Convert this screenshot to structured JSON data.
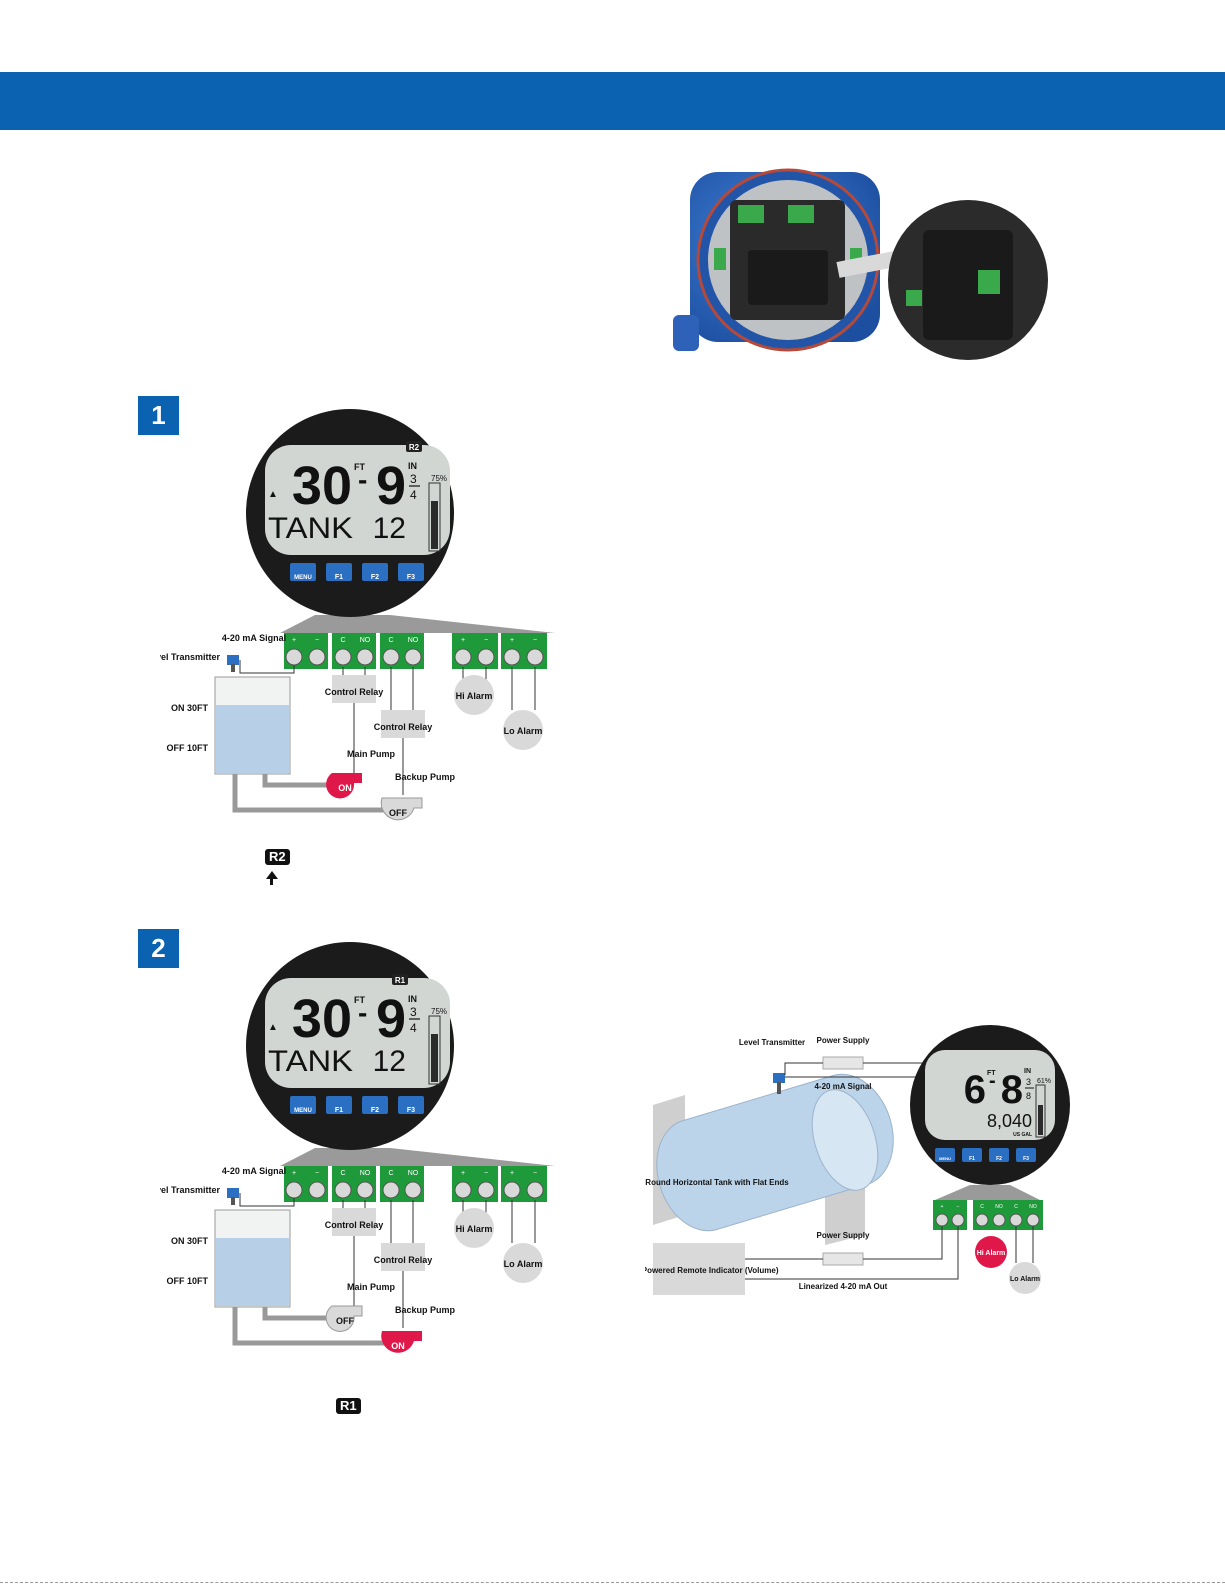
{
  "diagram1": {
    "step": "1",
    "badge": "R2",
    "main": "30",
    "main_unit": "FT",
    "sub": "9",
    "sub_unit": "IN",
    "frac_num": "3",
    "frac_den": "4",
    "bar_pct": "75%",
    "bottom": "TANK",
    "bottom_num": "12",
    "keys": [
      "MENU",
      "F1",
      "F2",
      "F3"
    ],
    "terminals": [
      [
        "+",
        "−"
      ],
      [
        "C",
        "NO"
      ],
      [
        "C",
        "NO"
      ],
      [
        "+",
        "−"
      ],
      [
        "+",
        "−"
      ]
    ],
    "signal_label": "4-20 mA Signal",
    "transmitter_label": "Level Transmitter",
    "on_label": "ON 30FT",
    "off_label": "OFF 10FT",
    "relay1": "Control Relay",
    "relay2": "Control Relay",
    "hi_alarm": "Hi Alarm",
    "lo_alarm": "Lo Alarm",
    "main_pump": "Main Pump",
    "backup_pump": "Backup Pump",
    "main_state": "ON",
    "backup_state": "OFF",
    "footnote_badge": "R2"
  },
  "diagram2": {
    "step": "2",
    "badge": "R1",
    "main": "30",
    "main_unit": "FT",
    "sub": "9",
    "sub_unit": "IN",
    "frac_num": "3",
    "frac_den": "4",
    "bar_pct": "75%",
    "bottom": "TANK",
    "bottom_num": "12",
    "keys": [
      "MENU",
      "F1",
      "F2",
      "F3"
    ],
    "terminals": [
      [
        "+",
        "−"
      ],
      [
        "C",
        "NO"
      ],
      [
        "C",
        "NO"
      ],
      [
        "+",
        "−"
      ],
      [
        "+",
        "−"
      ]
    ],
    "signal_label": "4-20 mA Signal",
    "transmitter_label": "Level Transmitter",
    "on_label": "ON 30FT",
    "off_label": "OFF 10FT",
    "relay1": "Control Relay",
    "relay2": "Control Relay",
    "hi_alarm": "Hi Alarm",
    "lo_alarm": "Lo Alarm",
    "main_pump": "Main Pump",
    "backup_pump": "Backup Pump",
    "main_state": "OFF",
    "backup_state": "ON",
    "footnote_badge": "R1"
  },
  "diagram3": {
    "transmitter_label": "Level Transmitter",
    "power_supply_1": "Power Supply",
    "power_supply_2": "Power Supply",
    "signal_label": "4-20 mA Signal",
    "tank_label": "Round Horizontal Tank with Flat Ends",
    "indicator_label": "Loop-Powered Remote Indicator (Volume)",
    "linearized_label": "Linearized 4-20 mA Out",
    "main": "6",
    "main_unit": "FT",
    "sub": "8",
    "sub_unit": "IN",
    "frac_num": "3",
    "frac_den": "8",
    "bar_pct": "61%",
    "volume": "8,040",
    "volume_unit": "US GAL",
    "keys": [
      "MENU",
      "F1",
      "F2",
      "F3"
    ],
    "terminals": [
      "+",
      "−",
      "C",
      "NO",
      "C",
      "NO"
    ],
    "hi_alarm": "Hi Alarm",
    "lo_alarm": "Lo Alarm"
  },
  "colors": {
    "header_blue": "#0a62b0",
    "terminal_green": "#1f9a3a",
    "pump_on_red": "#e0184a",
    "display_bezel": "#1b1b1b",
    "lcd": "#d2d6d3"
  }
}
